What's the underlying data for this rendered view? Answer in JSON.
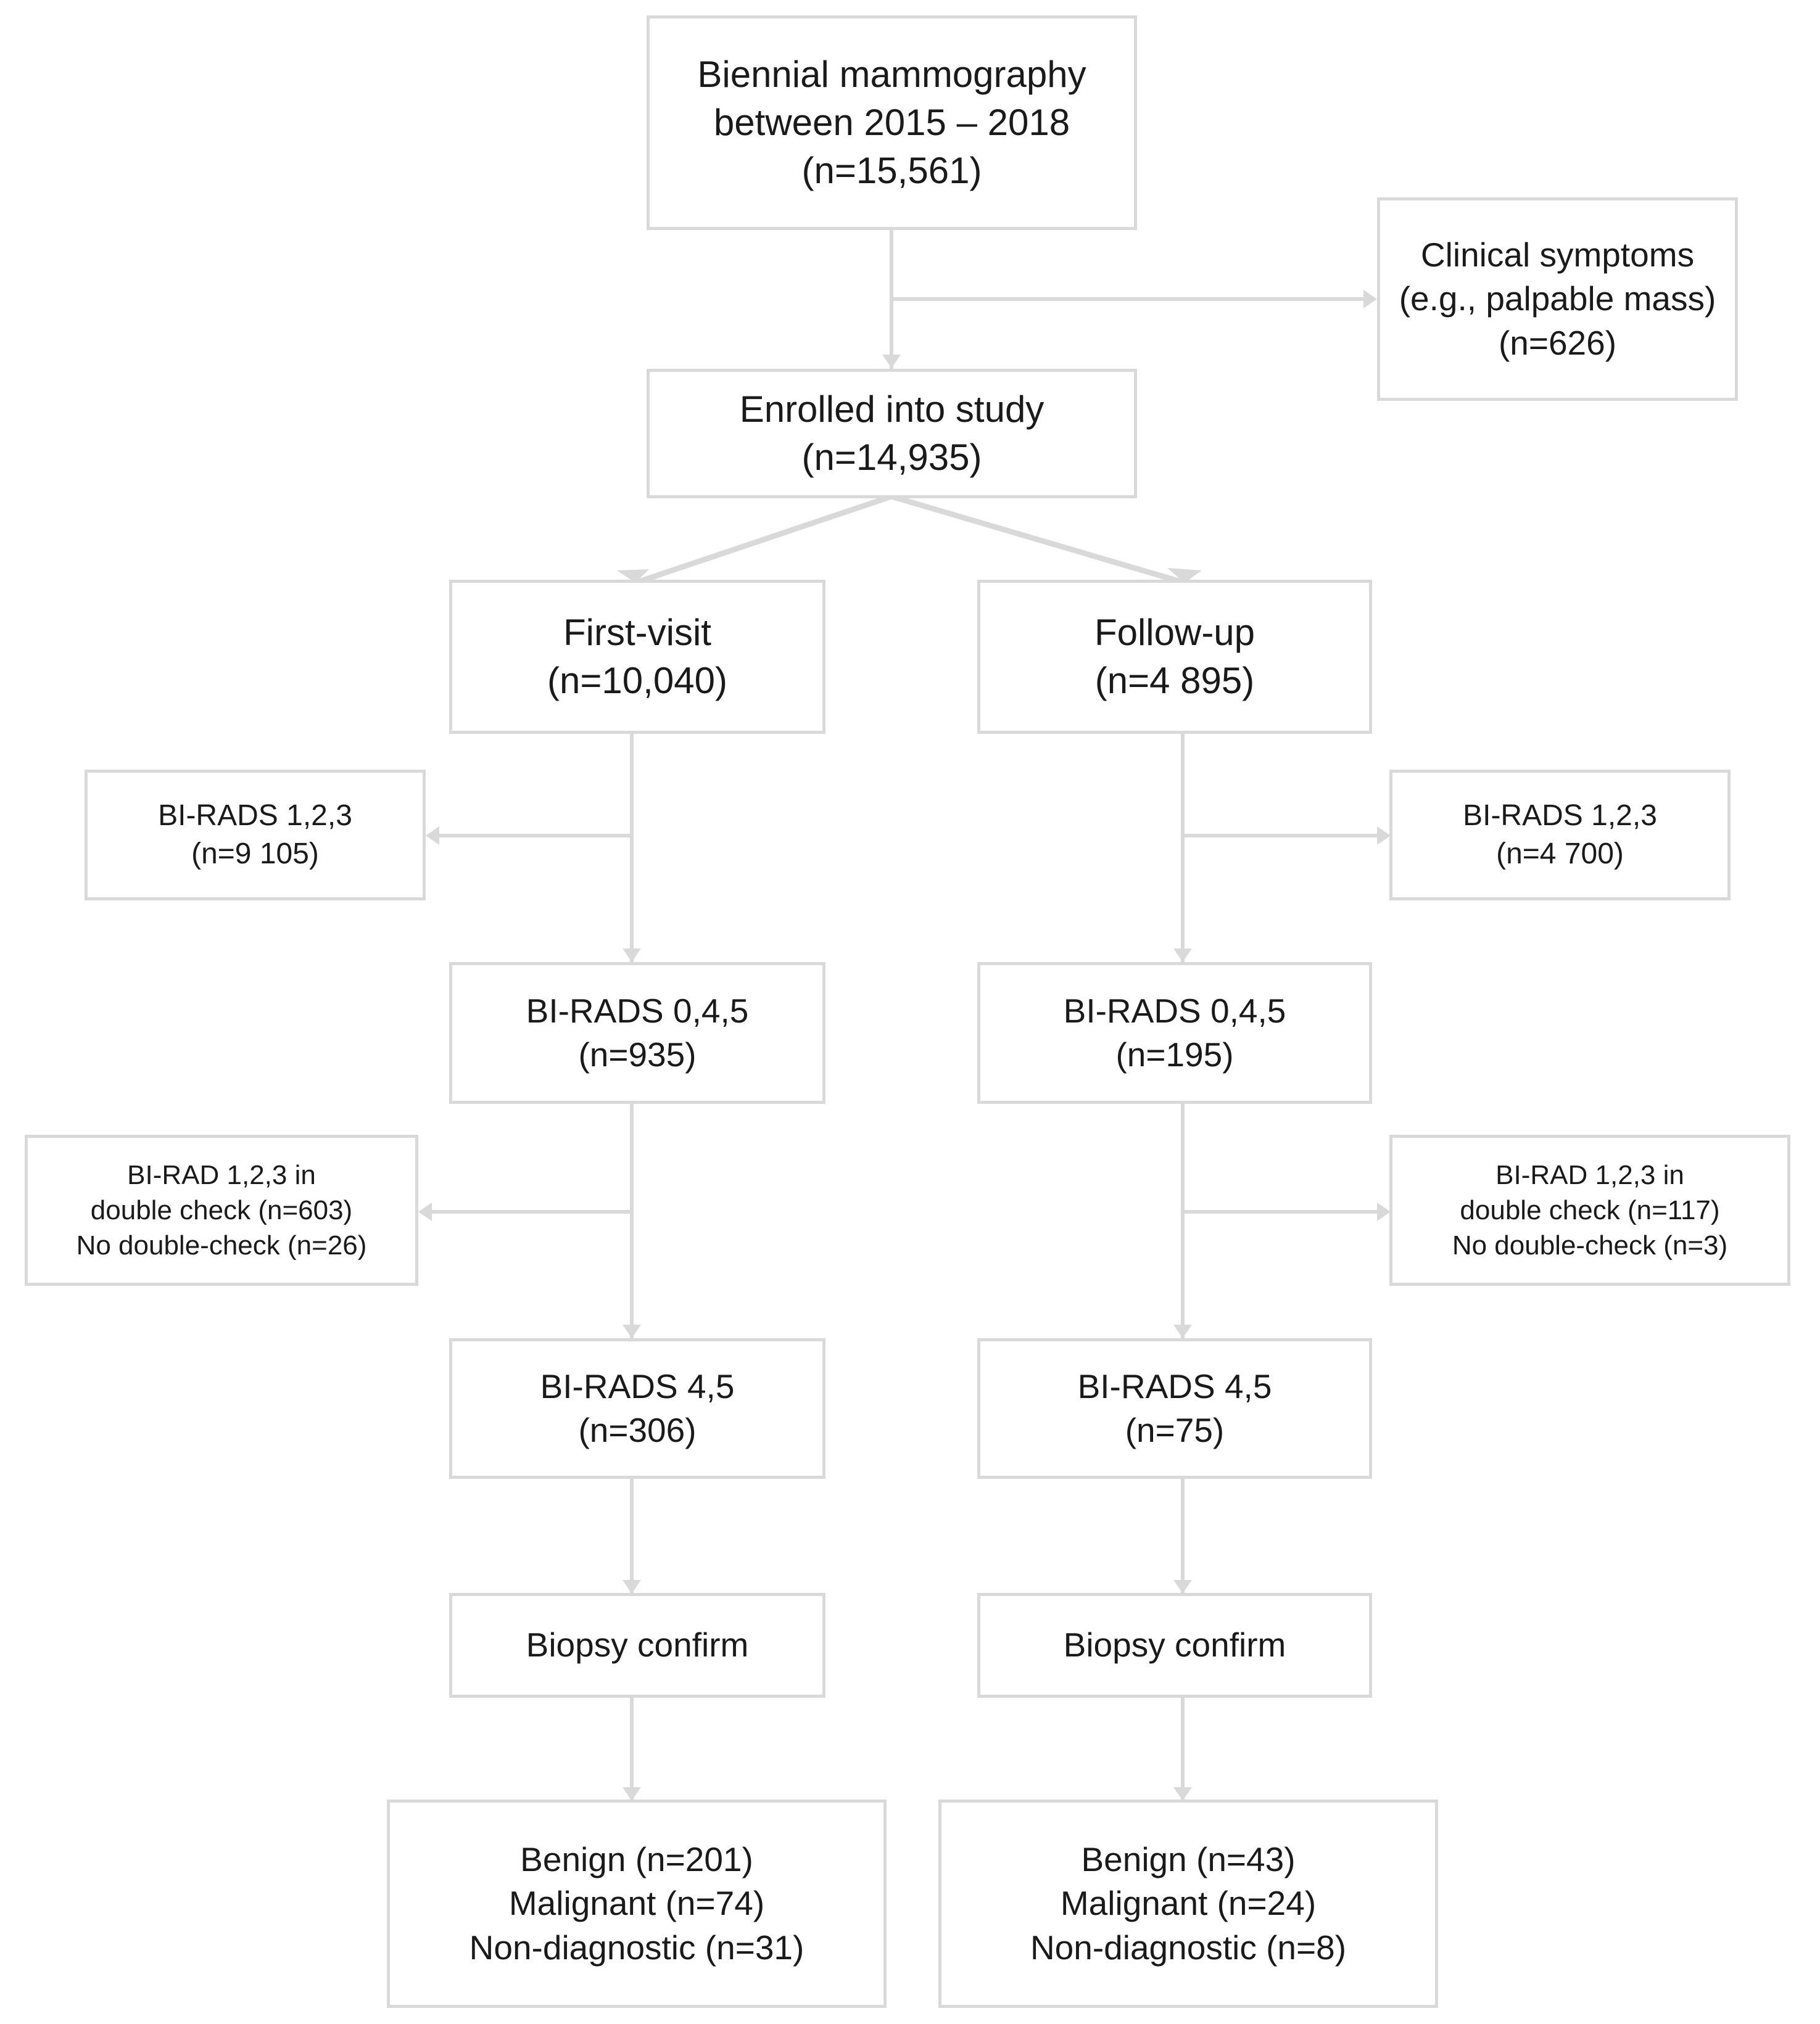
{
  "diagram": {
    "type": "flowchart",
    "title": "Study participant flow diagram",
    "accent_color": "#d9d9d9",
    "text_color": "#1a1a1a",
    "background": "#ffffff"
  },
  "nodes": {
    "source": {
      "id": "biennial-mammography",
      "line1": "Biennial mammography",
      "line2": "between 2015 – 2018",
      "line3": "(n=15,561)"
    },
    "excluded_symptoms": {
      "id": "clinical-symptoms",
      "line1": "Clinical symptoms",
      "line2": "(e.g., palpable mass)",
      "line3": "(n=626)"
    },
    "enrolled": {
      "id": "enrolled-into-study",
      "line1": "Enrolled into study",
      "line2": "(n=14,935)"
    },
    "first_visit": {
      "id": "first-visit",
      "line1": "First-visit",
      "line2": "(n=10,040)"
    },
    "follow_up": {
      "id": "follow-up",
      "line1": "Follow-up",
      "line2": "(n=4 895)"
    },
    "left_birads123": {
      "id": "left-birads-123",
      "line1": "BI-RADS 1,2,3",
      "line2": "(n=9 105)"
    },
    "right_birads123": {
      "id": "right-birads-123",
      "line1": "BI-RADS 1,2,3",
      "line2": "(n=4 700)"
    },
    "left_birads045": {
      "id": "left-birads-045",
      "line1": "BI-RADS 0,4,5",
      "line2": "(n=935)"
    },
    "right_birads045": {
      "id": "right-birads-045",
      "line1": "BI-RADS 0,4,5",
      "line2": "(n=195)"
    },
    "left_doublecheck": {
      "id": "left-double-check",
      "line1": "BI-RAD 1,2,3 in",
      "line2": "double check (n=603)",
      "line3": "No double-check (n=26)"
    },
    "right_doublecheck": {
      "id": "right-double-check",
      "line1": "BI-RAD 1,2,3 in",
      "line2": "double check (n=117)",
      "line3": "No double-check (n=3)"
    },
    "left_birads45": {
      "id": "left-birads-45",
      "line1": "BI-RADS 4,5",
      "line2": "(n=306)"
    },
    "right_birads45": {
      "id": "right-birads-45",
      "line1": "BI-RADS 4,5",
      "line2": "(n=75)"
    },
    "left_biopsy": {
      "id": "left-biopsy-confirm",
      "line1": "Biopsy confirm"
    },
    "right_biopsy": {
      "id": "right-biopsy-confirm",
      "line1": "Biopsy confirm"
    },
    "left_outcome": {
      "id": "left-outcome",
      "line1": "Benign (n=201)",
      "line2": "Malignant (n=74)",
      "line3": "Non-diagnostic (n=31)"
    },
    "right_outcome": {
      "id": "right-outcome",
      "line1": "Benign (n=43)",
      "line2": "Malignant (n=24)",
      "line3": "Non-diagnostic (n=8)"
    }
  },
  "chart_data": {
    "type": "diagram",
    "title": "Biennial mammography screening cohort flow",
    "counts": {
      "screened_total": 15561,
      "excluded_clinical_symptoms": 626,
      "enrolled": 14935,
      "first_visit": 10040,
      "follow_up": 4895,
      "first_visit_birads_123": 9105,
      "follow_up_birads_123": 4700,
      "first_visit_birads_045": 935,
      "follow_up_birads_045": 195,
      "first_visit_birad_123_double_check": 603,
      "first_visit_no_double_check": 26,
      "follow_up_birad_123_double_check": 117,
      "follow_up_no_double_check": 3,
      "first_visit_birads_45": 306,
      "follow_up_birads_45": 75,
      "first_visit_benign": 201,
      "first_visit_malignant": 74,
      "first_visit_non_diagnostic": 31,
      "follow_up_benign": 43,
      "follow_up_malignant": 24,
      "follow_up_non_diagnostic": 8
    }
  }
}
